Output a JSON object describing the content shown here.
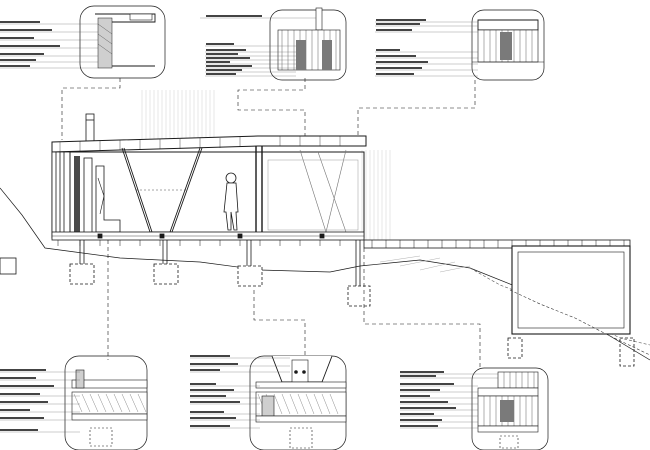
{
  "drawing": {
    "title": "",
    "colors": {
      "ink": "#1a1a1a",
      "light": "#9a9a9a",
      "fill": "#cfcfcf",
      "insulation": "#6e6e6e",
      "paper": "#ffffff"
    },
    "details": {
      "top_left": {
        "callouts": 7
      },
      "top_center": {
        "callouts": 9
      },
      "top_right": {
        "callouts": 8
      },
      "bottom_left": {
        "callouts": 8
      },
      "bottom_center": {
        "callouts": 10
      },
      "bottom_right": {
        "callouts": 10
      }
    },
    "section": {
      "figure": "standing-person",
      "braces": 3
    }
  }
}
